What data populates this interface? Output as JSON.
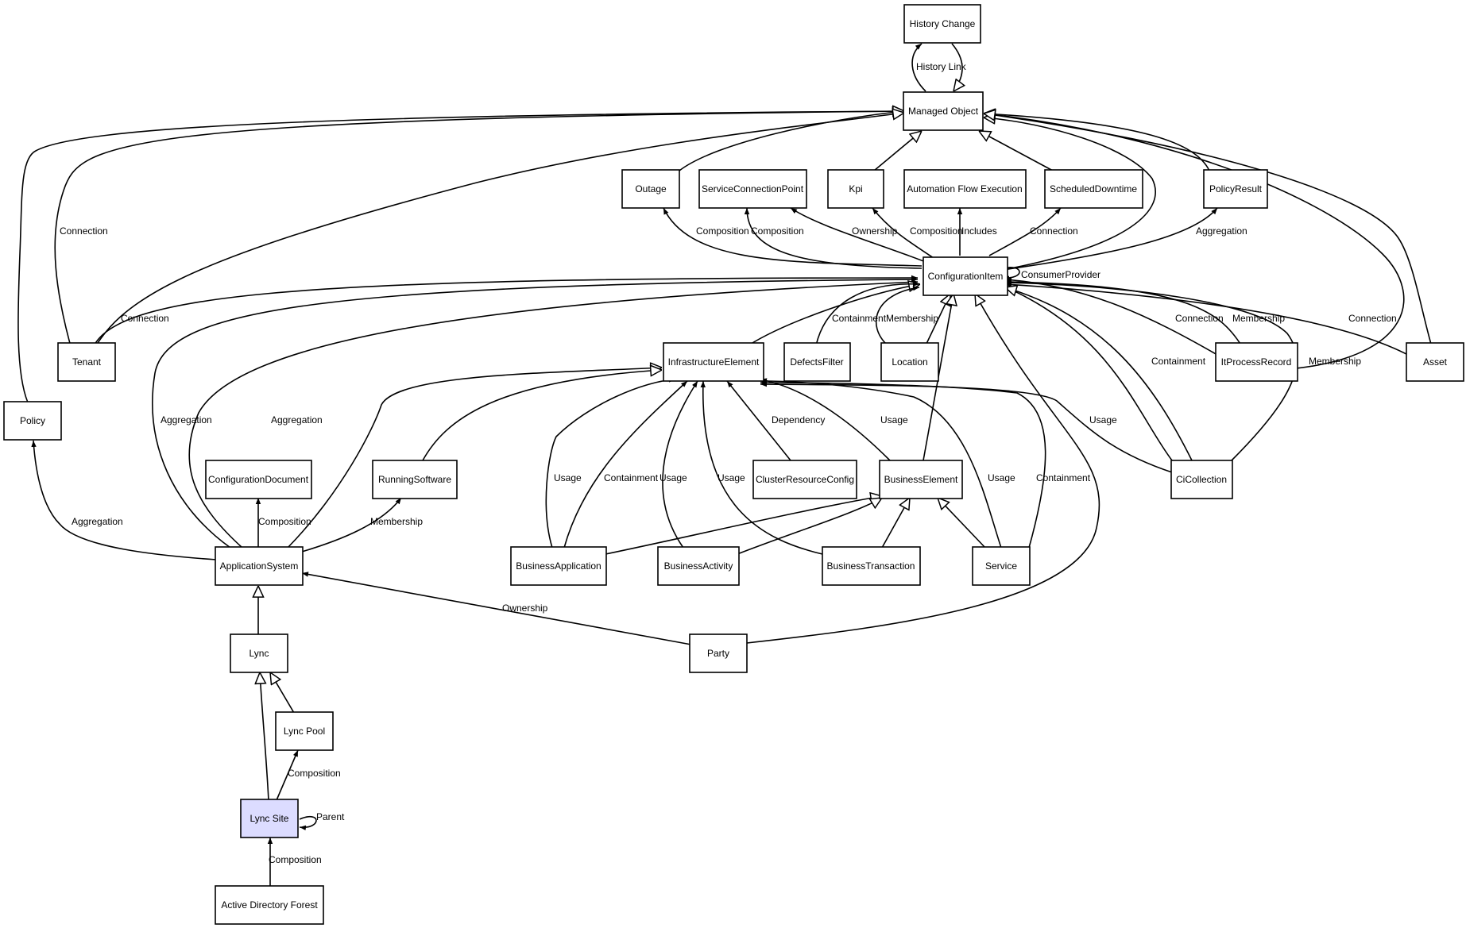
{
  "colors": {
    "highlight_node": "#dcdcff",
    "stroke": "#000000",
    "background": "#ffffff"
  },
  "nodes": {
    "history_change": "History Change",
    "managed_object": "Managed Object",
    "outage": "Outage",
    "service_connection_point": "ServiceConnectionPoint",
    "kpi": "Kpi",
    "automation_flow_execution": "Automation Flow Execution",
    "scheduled_downtime": "ScheduledDowntime",
    "policy_result": "PolicyResult",
    "configuration_item": "ConfigurationItem",
    "tenant": "Tenant",
    "infrastructure_element": "InfrastructureElement",
    "defects_filter": "DefectsFilter",
    "location": "Location",
    "it_process_record": "ItProcessRecord",
    "asset": "Asset",
    "policy": "Policy",
    "configuration_document": "ConfigurationDocument",
    "running_software": "RunningSoftware",
    "cluster_resource_config": "ClusterResourceConfig",
    "business_element": "BusinessElement",
    "ci_collection": "CiCollection",
    "application_system": "ApplicationSystem",
    "business_application": "BusinessApplication",
    "business_activity": "BusinessActivity",
    "business_transaction": "BusinessTransaction",
    "service": "Service",
    "lync": "Lync",
    "party": "Party",
    "lync_pool": "Lync Pool",
    "lync_site": "Lync Site",
    "active_directory_forest": "Active Directory Forest"
  },
  "edge_labels": {
    "history_link": "History Link",
    "tenant_mo_connection": "Connection",
    "ci_outage_composition": "Composition",
    "ci_scp_composition": "Composition",
    "ci_kpi_ownership": "Ownership",
    "ci_kpi_composition": "Composition",
    "ci_afe_includes": "Includes",
    "ci_sd_connection": "Connection",
    "ci_pr_aggregation": "Aggregation",
    "ci_self_consumer_provider": "ConsumerProvider",
    "tenant_ci_connection": "Connection",
    "defects_containment": "Containment",
    "location_membership": "Membership",
    "itpr_connection": "Connection",
    "itpr_membership": "Membership",
    "asset_connection": "Connection",
    "cicoll_containment": "Containment",
    "cicoll_membership": "Membership",
    "as_ci_aggregation_1": "Aggregation",
    "as_ci_aggregation_2": "Aggregation",
    "ba_ie_usage": "Usage",
    "ba_ie_containment": "Containment",
    "bact_ie_usage": "Usage",
    "bt_ie_usage": "Usage",
    "crc_ie_dependency": "Dependency",
    "be_ie_usage": "Usage",
    "svc_ie_usage": "Usage",
    "svc_ie_containment": "Containment",
    "cicoll_ie_usage": "Usage",
    "as_policy_aggregation": "Aggregation",
    "as_cd_composition": "Composition",
    "as_rs_membership": "Membership",
    "party_as_ownership": "Ownership",
    "site_pool_composition": "Composition",
    "site_parent": "Parent",
    "adf_site_composition": "Composition"
  }
}
